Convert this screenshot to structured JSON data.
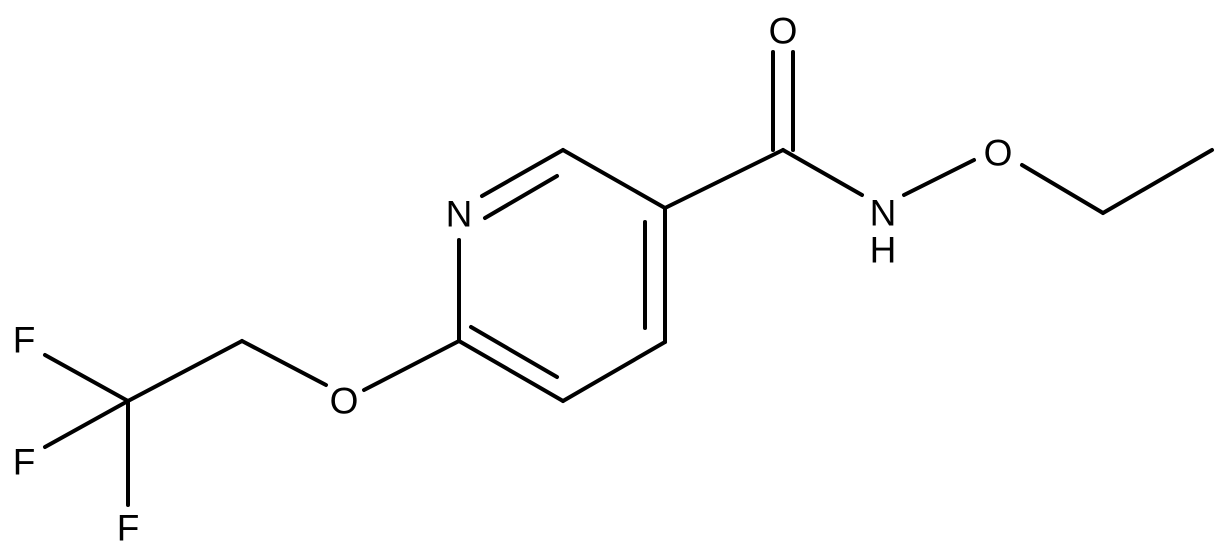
{
  "molecule": {
    "atoms": {
      "O_carbonyl": "O",
      "N_amide": "N",
      "H_amide": "H",
      "O_ether_n": "O",
      "N_ring": "N",
      "O_ether_ring": "O",
      "F_top": "F",
      "F_mid": "F",
      "F_bottom": "F"
    }
  },
  "colors": {
    "ink": "#000000",
    "background": "#ffffff"
  }
}
